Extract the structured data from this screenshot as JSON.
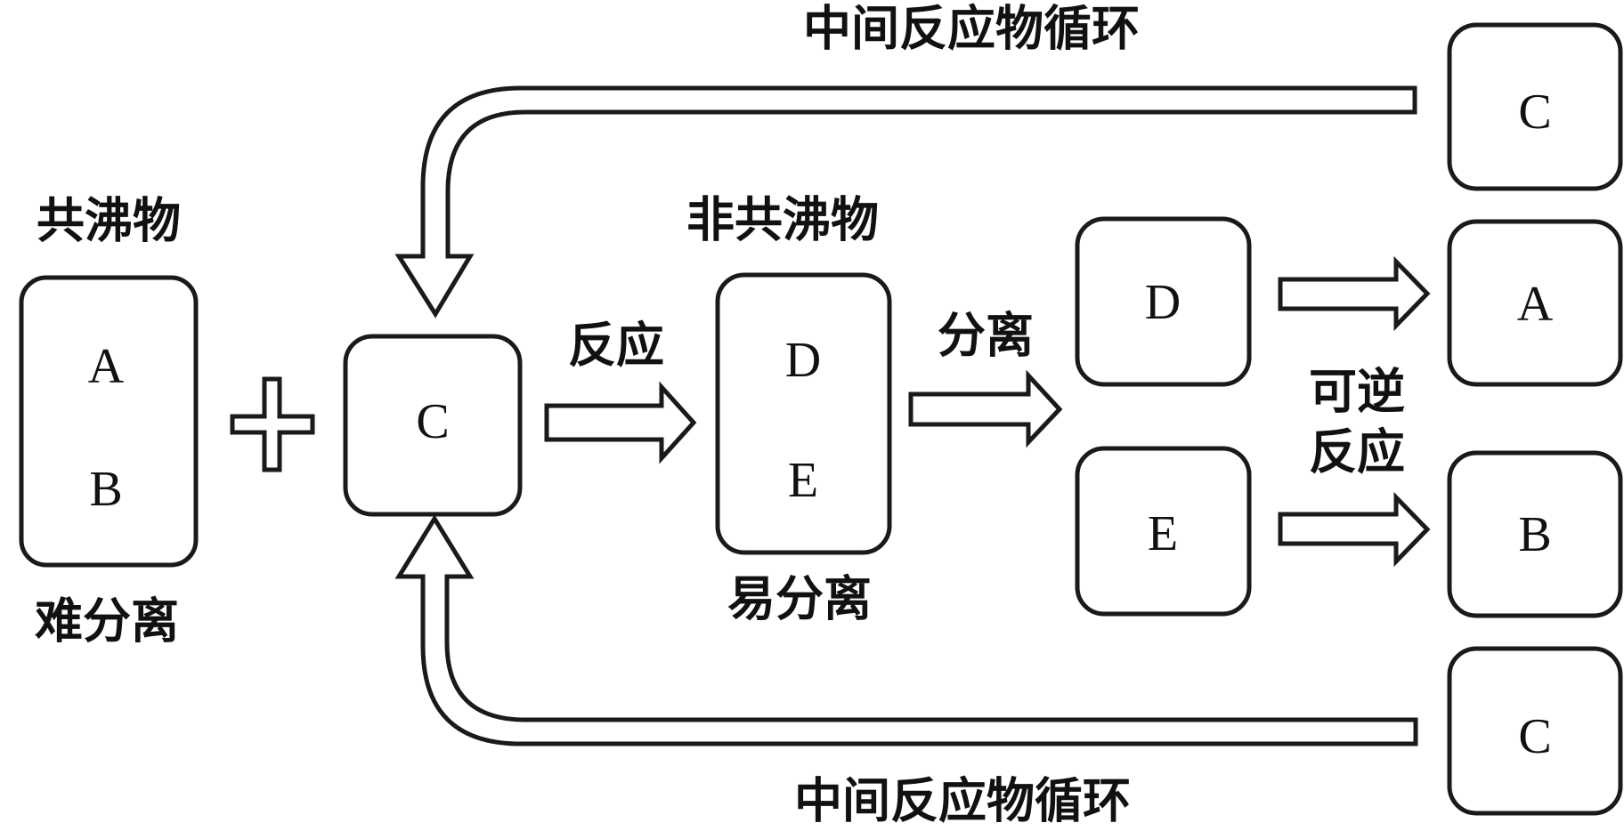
{
  "diagram": {
    "type": "process-flow",
    "labels": {
      "top_cycle": "中间反应物循环",
      "bottom_cycle": "中间反应物循环",
      "azeotrope": "共沸物",
      "hard_to_separate": "难分离",
      "non_azeotrope": "非共沸物",
      "easy_to_separate": "易分离",
      "reaction": "反应",
      "separation": "分离",
      "reversible_line1": "可逆",
      "reversible_line2": "反应"
    },
    "nodes": {
      "mixture_ab": {
        "line1": "A",
        "line2": "B"
      },
      "plus": "+",
      "reactant_c": "C",
      "mixture_de": {
        "line1": "D",
        "line2": "E"
      },
      "product_d": "D",
      "product_e": "E",
      "out_c_top": "C",
      "out_a": "A",
      "out_b": "B",
      "out_c_bottom": "C"
    },
    "edges": [
      {
        "from": "mixture_ab + reactant_c",
        "to": "mixture_de",
        "label": "反应"
      },
      {
        "from": "mixture_de",
        "to": "product_d / product_e",
        "label": "分离"
      },
      {
        "from": "product_d",
        "to": "out_a",
        "label": "可逆反应"
      },
      {
        "from": "product_e",
        "to": "out_b",
        "label": "可逆反应"
      },
      {
        "from": "out_c_top",
        "to": "reactant_c",
        "label": "中间反应物循环"
      },
      {
        "from": "out_c_bottom",
        "to": "reactant_c",
        "label": "中间反应物循环"
      }
    ],
    "colors": {
      "stroke": "#1a1a1a",
      "background": "#ffffff",
      "text": "#111111"
    }
  }
}
